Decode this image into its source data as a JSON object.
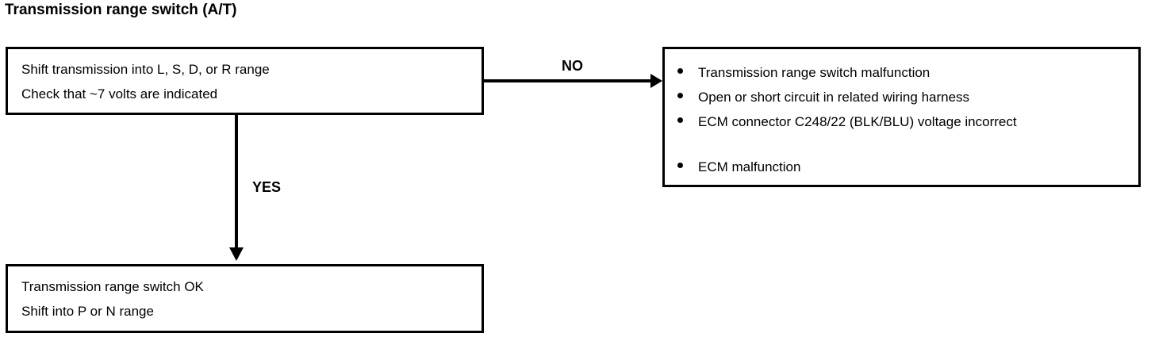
{
  "title": "Transmission range switch (A/T)",
  "colors": {
    "background": "#ffffff",
    "ink": "#000000",
    "box_border": "#000000"
  },
  "diagram": {
    "type": "flowchart",
    "orientation": "top-down-with-right-branch",
    "nodes": {
      "test_step": {
        "name": "test-step",
        "lines": [
          "Shift transmission into L, S, D, or R range",
          "Check that ~7 volts are indicated"
        ]
      },
      "failure_causes": {
        "name": "failure-causes",
        "bullets": [
          "Transmission range switch malfunction",
          "Open or short circuit in related wiring harness",
          "ECM connector C248/22 (BLK/BLU) voltage incorrect",
          "ECM malfunction"
        ]
      },
      "pass_result": {
        "name": "pass-result",
        "lines": [
          "Transmission range switch OK",
          "Shift into P or N range"
        ]
      }
    },
    "branches": {
      "no_label": "NO",
      "yes_label": "YES"
    }
  }
}
